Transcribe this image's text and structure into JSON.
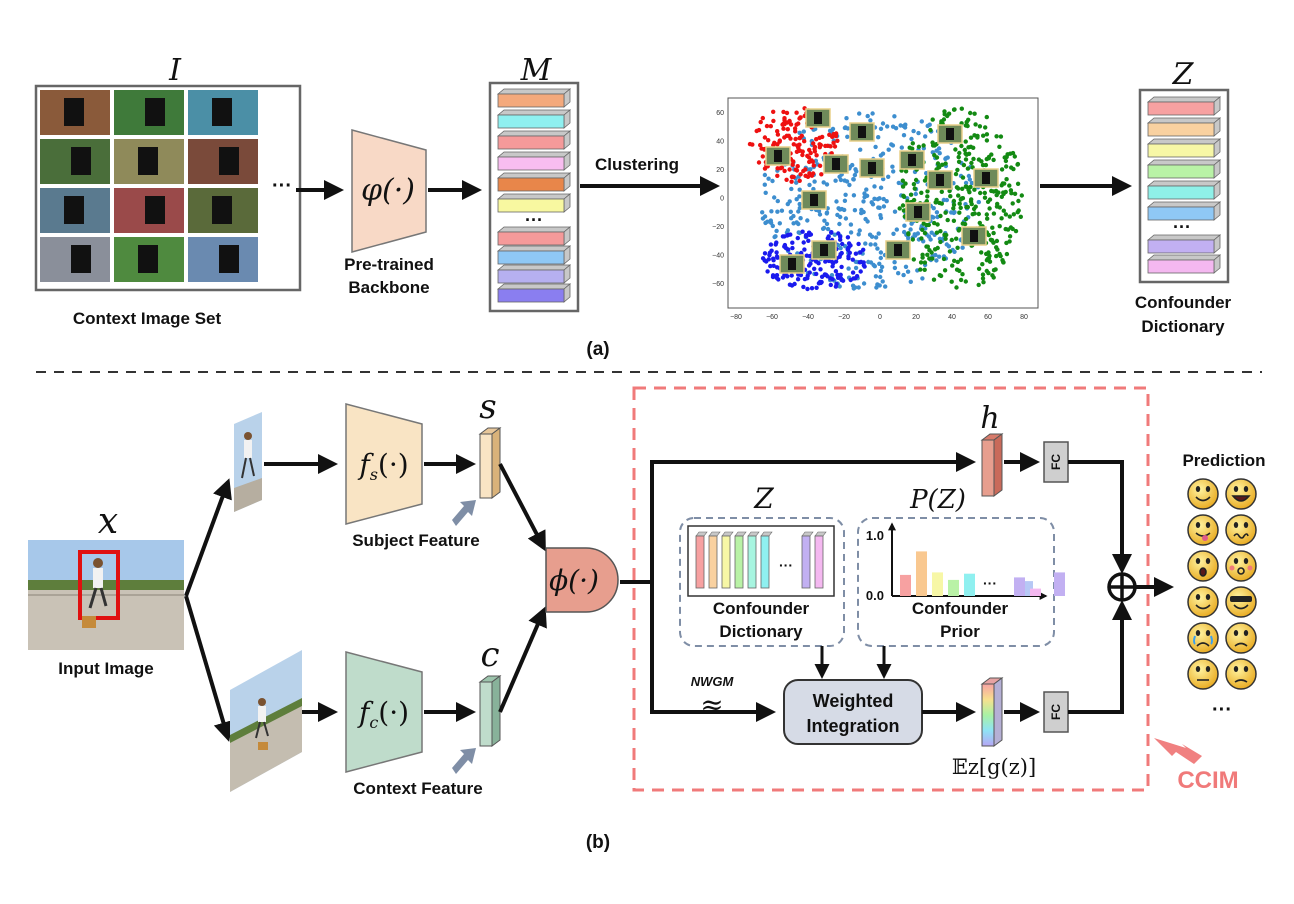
{
  "part_a": {
    "panel_label": "(a)",
    "context_set_symbol": "I",
    "context_set_caption": "Context Image Set",
    "ellipsis": "···",
    "backbone_symbol": "φ(·)",
    "backbone_caption_line1": "Pre-trained",
    "backbone_caption_line2": "Backbone",
    "feature_bank_symbol": "M",
    "clustering_label": "Clustering",
    "dictionary_symbol": "Z",
    "dictionary_caption_line1": "Confounder",
    "dictionary_caption_line2": "Dictionary",
    "scatter_x_ticks": [
      "−80",
      "−60",
      "−40",
      "−20",
      "0",
      "20",
      "40",
      "60",
      "80"
    ],
    "scatter_y_ticks": [
      "60",
      "40",
      "20",
      "0",
      "−20",
      "−40",
      "−60"
    ]
  },
  "part_b": {
    "panel_label": "(b)",
    "input_symbol": "x",
    "input_caption": "Input Image",
    "subject_encoder": "fs(·)",
    "context_encoder": "fc(·)",
    "subject_symbol": "s",
    "context_symbol": "c",
    "subject_caption": "Subject Feature",
    "context_caption": "Context Feature",
    "fusion_symbol": "ϕ(·)",
    "h_symbol": "h",
    "fc_label": "FC",
    "z_symbol": "Z",
    "prior_symbol": "P(Z)",
    "dict_caption_line1": "Confounder",
    "dict_caption_line2": "Dictionary",
    "prior_caption_line1": "Confounder",
    "prior_caption_line2": "Prior",
    "prior_axis_top": "1.0",
    "prior_axis_bottom": "0.0",
    "prior_ellipsis": "···",
    "dict_ellipsis": "···",
    "nwgm_label": "NWGM",
    "approx_symbol": "≈",
    "weighted_line1": "Weighted",
    "weighted_line2": "Integration",
    "expectation_label": "𝔼z[g(z)]",
    "prediction_label": "Prediction",
    "prediction_ellipsis": "···",
    "ccim_label": "CCIM",
    "oplus": "⊕"
  },
  "colors": {
    "accent_red": "#f07a7a",
    "backbone_fill": "#f8d9c6",
    "subject_fill": "#f9e4c4",
    "context_fill": "#bfdccb",
    "fusion_fill": "#e79e8e",
    "cluster_red": "#ee1111",
    "cluster_lightblue": "#3d8ecf",
    "cluster_blue": "#1a1aee",
    "cluster_green": "#138a13",
    "emoji_yellow": "#f6c230"
  }
}
